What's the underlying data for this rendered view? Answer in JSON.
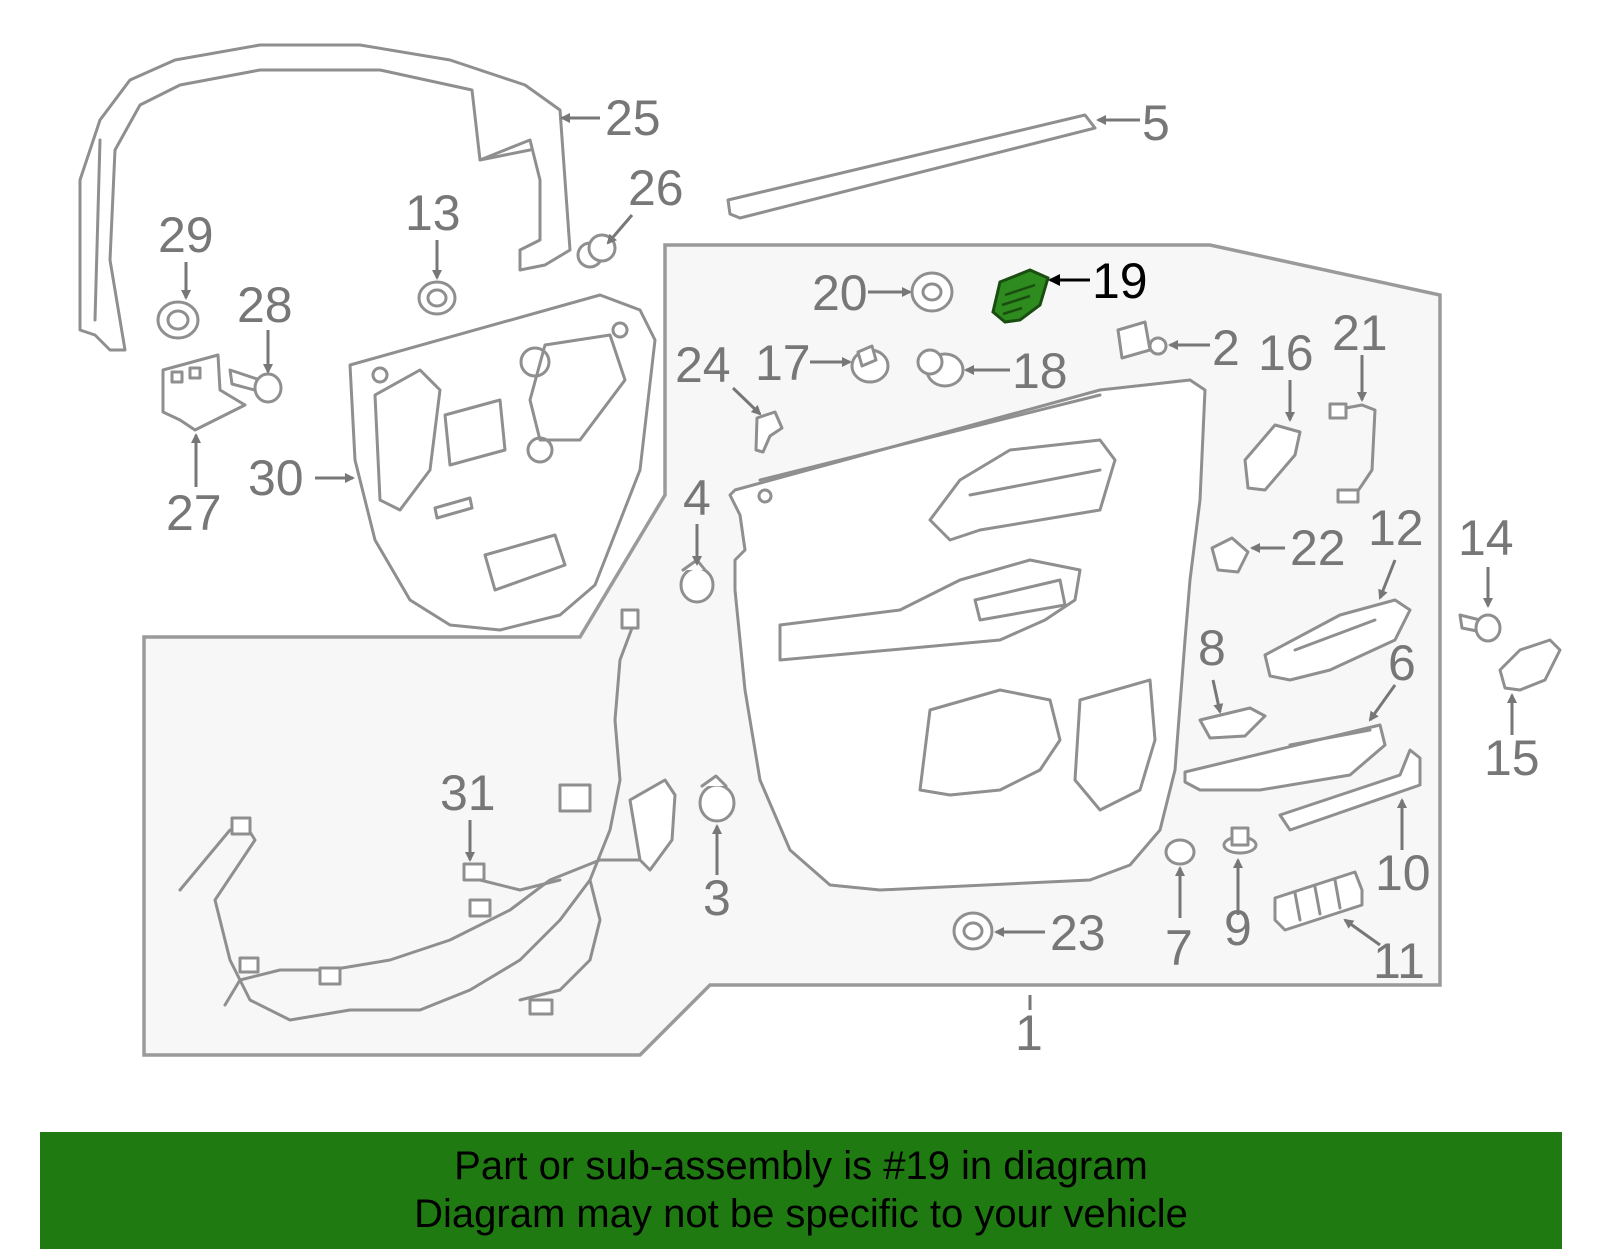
{
  "highlight_color": "#2e8b1e",
  "banner": {
    "bg_color": "#1f7a12",
    "line1": "Part or sub-assembly is #19 in diagram",
    "line2": "Diagram may not be specific to your vehicle"
  },
  "highlighted_part": "19",
  "callouts": {
    "p1": "1",
    "p2": "2",
    "p3": "3",
    "p4": "4",
    "p5": "5",
    "p6": "6",
    "p7": "7",
    "p8": "8",
    "p9": "9",
    "p10": "10",
    "p11": "11",
    "p12": "12",
    "p13": "13",
    "p14": "14",
    "p15": "15",
    "p16": "16",
    "p17": "17",
    "p18": "18",
    "p19": "19",
    "p20": "20",
    "p21": "21",
    "p22": "22",
    "p23": "23",
    "p24": "24",
    "p25": "25",
    "p26": "26",
    "p27": "27",
    "p28": "28",
    "p29": "29",
    "p30": "30",
    "p31": "31"
  }
}
